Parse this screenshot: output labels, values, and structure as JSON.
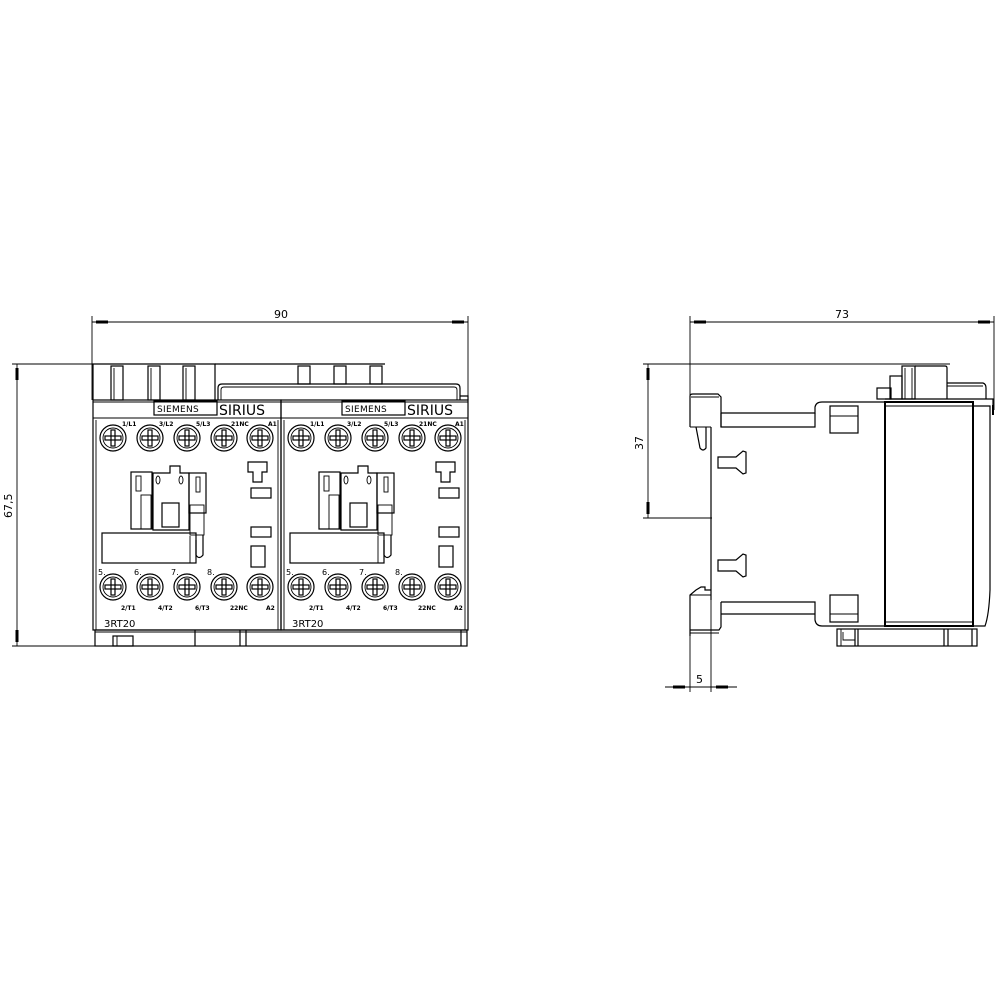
{
  "drawing": {
    "type": "technical dimension drawing",
    "views": [
      "front",
      "side"
    ]
  },
  "front_view": {
    "dimensions": {
      "width": "90",
      "height": "67,5"
    },
    "modules": [
      {
        "brand": "SIEMENS",
        "series": "SIRIUS",
        "model": "3RT20",
        "top_terminals": [
          "1/L1",
          "3/L2",
          "5/L3",
          "21NC",
          "A1"
        ],
        "bottom_numbers": [
          "5.",
          "6.",
          "7.",
          "8."
        ],
        "bottom_terminals": [
          "2/T1",
          "4/T2",
          "6/T3",
          "22NC",
          "A2"
        ]
      },
      {
        "brand": "SIEMENS",
        "series": "SIRIUS",
        "model": "3RT20",
        "top_terminals": [
          "1/L1",
          "3/L2",
          "5/L3",
          "21NC",
          "A1"
        ],
        "bottom_numbers": [
          "5.",
          "6.",
          "7.",
          "8."
        ],
        "bottom_terminals": [
          "2/T1",
          "4/T2",
          "6/T3",
          "22NC",
          "A2"
        ]
      }
    ]
  },
  "side_view": {
    "dimensions": {
      "depth": "73",
      "rail_height": "37",
      "rail_offset": "5"
    }
  },
  "colors": {
    "line": "#000000",
    "background": "#ffffff"
  }
}
